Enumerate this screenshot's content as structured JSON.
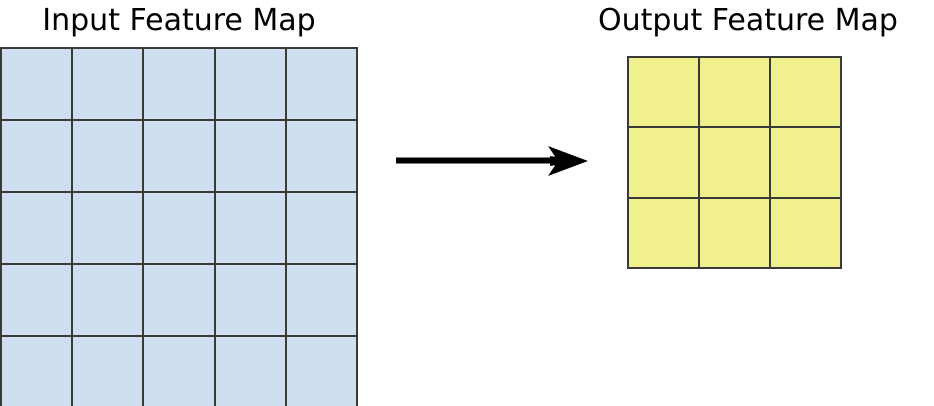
{
  "diagram": {
    "type": "feature-map-transformation",
    "background_color": "#ffffff",
    "arrow": {
      "icon": "right-arrow-icon",
      "direction": "right",
      "color": "#000000"
    }
  },
  "input_map": {
    "title": "Input Feature Map",
    "rows": 5,
    "cols": 5,
    "cell_fill": "#cfdfef",
    "border_color": "#3a3a3a",
    "cells": [
      [
        "",
        "",
        "",
        "",
        ""
      ],
      [
        "",
        "",
        "",
        "",
        ""
      ],
      [
        "",
        "",
        "",
        "",
        ""
      ],
      [
        "",
        "",
        "",
        "",
        ""
      ],
      [
        "",
        "",
        "",
        "",
        ""
      ]
    ]
  },
  "output_map": {
    "title": "Output Feature Map",
    "rows": 3,
    "cols": 3,
    "cell_fill": "#f0f08c",
    "border_color": "#3a3a3a",
    "cells": [
      [
        "",
        "",
        ""
      ],
      [
        "",
        "",
        ""
      ],
      [
        "",
        "",
        ""
      ]
    ]
  }
}
